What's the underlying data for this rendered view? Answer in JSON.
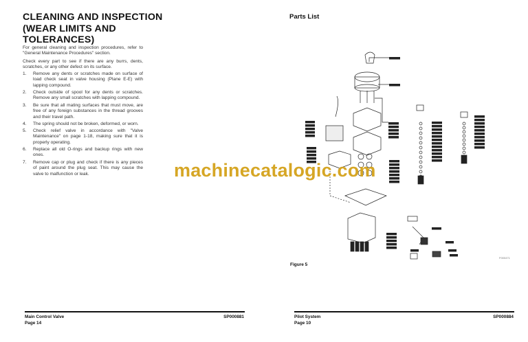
{
  "left_page": {
    "title": "CLEANING AND INSPECTION (WEAR LIMITS AND TOLERANCES)",
    "intro": "For general cleaning and inspection procedures, refer to \"General Maintenance Procedures\" section.",
    "check": "Check every part to see if there are any burrs, dents, scratches, or any other defect on its surface.",
    "steps": [
      {
        "num": "1.",
        "text": "Remove any dents or scratches made on surface of load check seat in valve housing (Plane E-E) with lapping compound."
      },
      {
        "num": "2.",
        "text": "Check outside of spool for any dents or scratches. Remove any small scratches with lapping compound."
      },
      {
        "num": "3.",
        "text": "Be sure that all mating surfaces that must move, are free of any foreign substances in the thread grooves and their travel path."
      },
      {
        "num": "4.",
        "text": "The spring should not be broken, deformed, or worn."
      },
      {
        "num": "5.",
        "text": "Check relief valve in accordance with \"Valve Maintenance\" on page 1-18, making sure that it is properly operating."
      },
      {
        "num": "6.",
        "text": "Replace all old O-rings and backup rings with new ones."
      },
      {
        "num": "7.",
        "text": "Remove cap or plug and check if there is any pieces of paint around the plug seat. This may cause the valve to malfunction or leak."
      }
    ],
    "footer": {
      "section": "Main Control Valve",
      "page": "Page 14",
      "code": "SP000881"
    }
  },
  "right_page": {
    "title": "Parts List",
    "figure_id": "F000471",
    "figure_caption": "Figure 5",
    "footer": {
      "section": "Pilot System",
      "page": "Page 10",
      "code": "SP000884"
    }
  },
  "watermark": "machinecatalogic.com",
  "colors": {
    "watermark": "#d4a21a",
    "text": "#111111"
  }
}
